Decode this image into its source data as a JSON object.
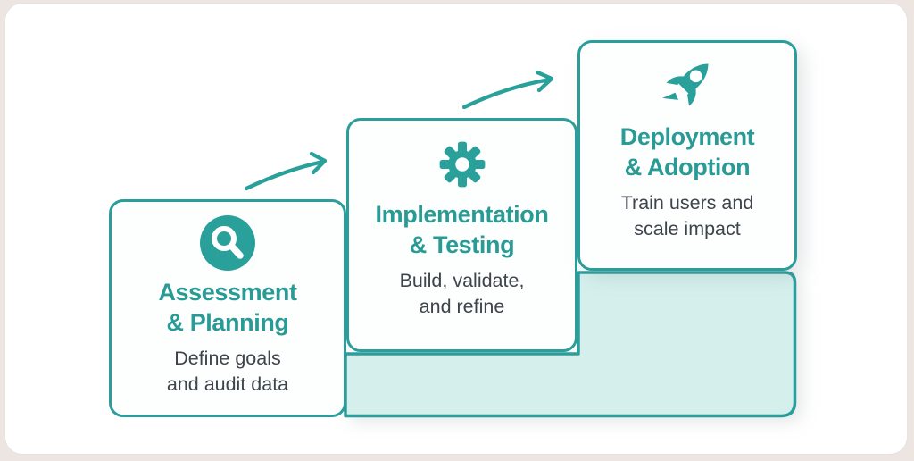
{
  "diagram": {
    "type": "staircase-process",
    "colors": {
      "teal_accent": "#2b9d9b",
      "title_text": "#2a9a95",
      "body_text": "#3d444c",
      "stair_fill": "#d4efec",
      "card_background": "#fdfffe",
      "page_background": "#ffffff"
    },
    "steps": [
      {
        "icon": "magnifier-icon",
        "title_line1": "Assessment",
        "title_line2": "& Planning",
        "desc_line1": "Define goals",
        "desc_line2": "and audit data"
      },
      {
        "icon": "gear-icon",
        "title_line1": "Implementation",
        "title_line2": "& Testing",
        "desc_line1": "Build, validate,",
        "desc_line2": "and refine"
      },
      {
        "icon": "rocket-icon",
        "title_line1": "Deployment",
        "title_line2": "& Adoption",
        "desc_line1": "Train users and",
        "desc_line2": "scale impact"
      }
    ]
  }
}
